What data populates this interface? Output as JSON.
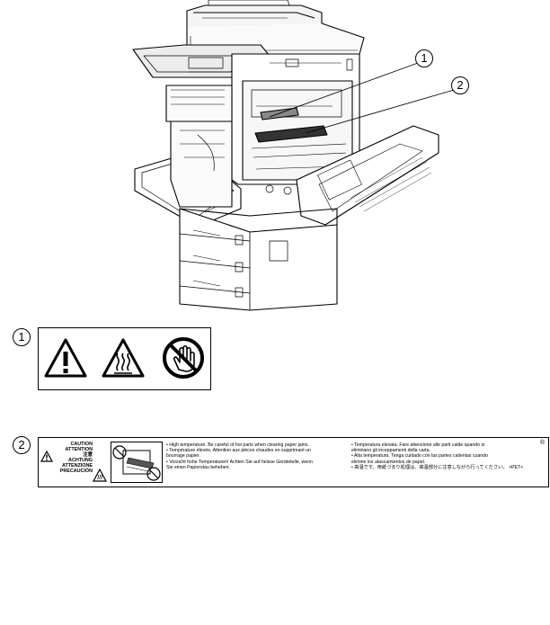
{
  "callouts": {
    "one": "1",
    "two": "2"
  },
  "label2": {
    "words": [
      "CAUTION",
      "ATTENTION",
      "注意",
      "ACHTUNG",
      "ATTENZIONE",
      "PRECAUCIÓN"
    ],
    "col1": [
      "• High temperature. Be careful of hot parts when clearing paper jams.",
      "• Température élevée. Attention aux pièces chaudes en supprimant un",
      "  bourrage papier.",
      "• Vorsicht hohe Temperaturen! Achten Sie auf heisse Gerätetelle, wenn",
      "  Sie einen Papierstau beheben."
    ],
    "col2": [
      "• Temperatura elevata. Fare attenzione alle parti calde quando si",
      "  eliminano gli inceppamenti della carta.",
      "• Alta temperatura. Tenga cuidado con las partes calientas cuando",
      "elimine los atascamientos de papel.",
      "• 高温です。用紙づまり処理は、高温部分に注意しながら行ってください。 >PET<"
    ],
    "recycle_mark": "®"
  }
}
